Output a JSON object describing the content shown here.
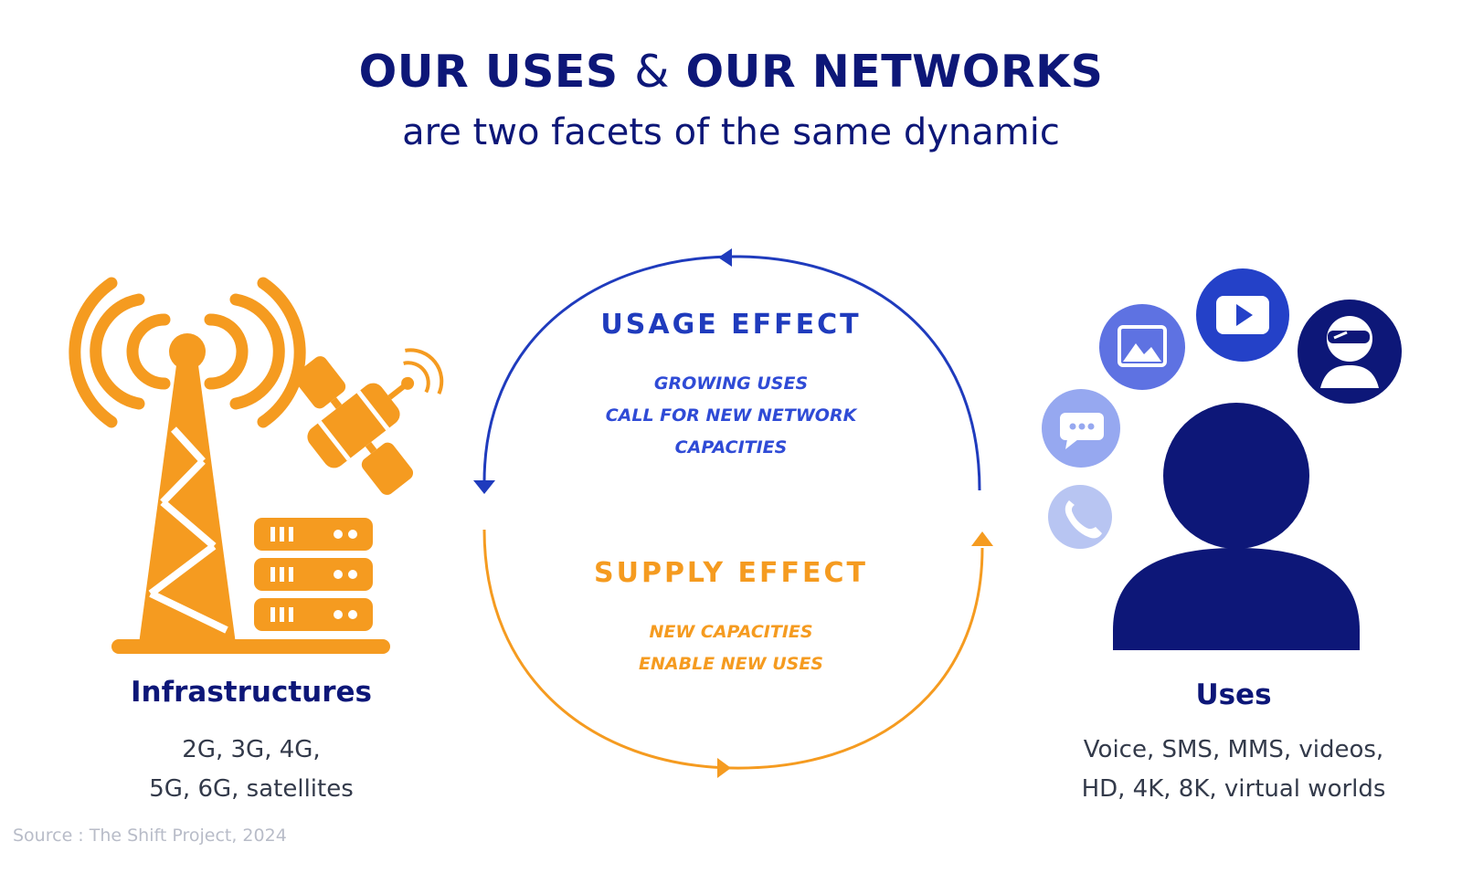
{
  "header": {
    "title_part1": "OUR USES",
    "title_amp": "&",
    "title_part2": "OUR NETWORKS",
    "subtitle": "are two facets of the same dynamic"
  },
  "usage_effect": {
    "title": "USAGE EFFECT",
    "lines": [
      "GROWING USES",
      "CALL FOR NEW NETWORK",
      "CAPACITIES"
    ],
    "color": "#1f3bbd"
  },
  "supply_effect": {
    "title": "SUPPLY EFFECT",
    "lines": [
      "NEW CAPACITIES",
      "ENABLE NEW USES"
    ],
    "color": "#f59b20"
  },
  "infrastructures": {
    "title": "Infrastructures",
    "lines": [
      "2G, 3G, 4G,",
      "5G, 6G, satellites"
    ],
    "icons": [
      "radio-tower-icon",
      "satellite-icon",
      "server-rack-icon"
    ],
    "color": "#f59b20"
  },
  "uses": {
    "title": "Uses",
    "lines": [
      "Voice, SMS, MMS, videos,",
      "HD, 4K, 8K, virtual worlds"
    ],
    "icons": [
      "user-icon",
      "phone-icon",
      "chat-icon",
      "image-icon",
      "video-play-icon",
      "vr-headset-icon"
    ],
    "color": "#0d1778"
  },
  "source": "Source : The Shift Project, 2024"
}
